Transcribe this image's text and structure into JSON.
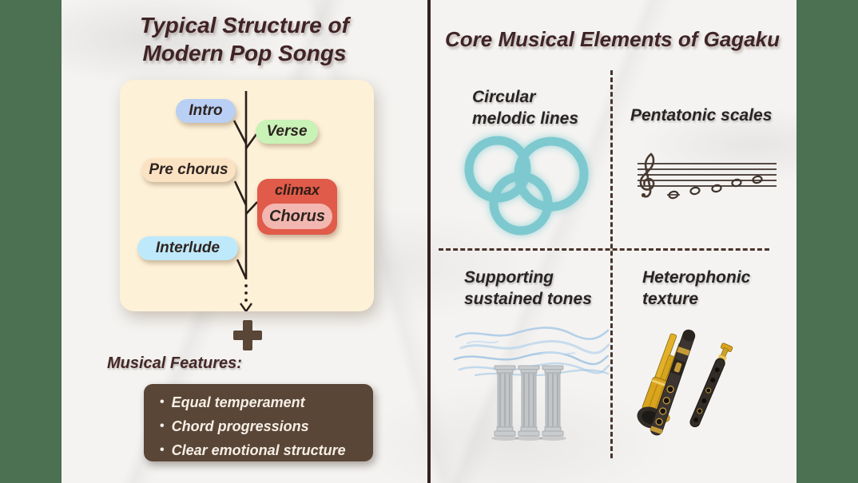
{
  "left_panel": {
    "title_lines": [
      "Typical Structure of",
      "Modern Pop Songs"
    ],
    "flowchart_nodes": {
      "intro": "Intro",
      "verse": "Verse",
      "pre_chorus": "Pre chorus",
      "climax_label": "climax",
      "chorus": "Chorus",
      "interlude": "Interlude"
    },
    "features_heading": "Musical Features:",
    "bullet_char": "•",
    "features": [
      "Equal temperament",
      "Chord progressions",
      "Clear emotional structure"
    ]
  },
  "right_panel": {
    "title": "Core Musical Elements of Gagaku",
    "quadrants": [
      {
        "line1": "Circular",
        "line2": "melodic lines",
        "icon": "overlapping-circles-icon"
      },
      {
        "line1": "Pentatonic scales",
        "line2": "",
        "icon": "music-staff-icon"
      },
      {
        "line1": "Supporting",
        "line2": "sustained tones",
        "icon": "pillars-wind-icon"
      },
      {
        "line1": "Heterophonic",
        "line2": "texture",
        "icon": "gagaku-instruments-icon"
      }
    ]
  },
  "colors": {
    "side_bars": "#4b7152",
    "title_text": "#402325",
    "flow_card_bg": "#fdf1d8",
    "intro_pill": "#b9cff3",
    "verse_pill": "#c9f2b7",
    "pre_chorus_pill": "#fbe2c3",
    "climax_box": "#e05b49",
    "chorus_pill": "#f2b7b0",
    "interlude_pill": "#bee9fa",
    "features_box": "#5a4637",
    "features_text": "#f5efe6",
    "teal_circles": "#7dc9cf",
    "dashed_divider": "#49332b",
    "wind_blue": "#9dc4e4",
    "pillar_gray": "#c3c6c8",
    "instrument_gold": "#dfae24"
  }
}
